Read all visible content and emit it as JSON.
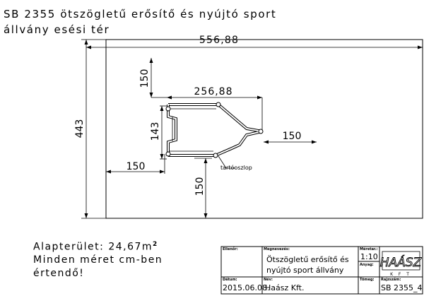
{
  "title": {
    "line1": "SB 2355 ötszögletű erősítő és nyújtó sport",
    "line2": "állvány esési tér"
  },
  "dimensions": {
    "overall_width": "556,88",
    "overall_height": "443",
    "top_clearance": "150",
    "frame_width": "256,88",
    "frame_height": "143",
    "right_clearance": "150",
    "left_clearance": "150",
    "bottom_clearance": "150"
  },
  "callout": {
    "label": "tartóoszlop"
  },
  "notes": {
    "area_label": "Alapterület: 24,67m",
    "area_exponent": "2",
    "minden": "Minden méret cm-ben",
    "ertendo": "értendő!"
  },
  "title_block": {
    "ellenor_label": "Ellenőr:",
    "megnevezes_label": "Megnevezés:",
    "product_name_line1": "Ötszögletű erősítő és",
    "product_name_line2": "nyújtó sport állvány",
    "meretarany_label": "Méretar.:",
    "scale": "1:10",
    "anyag_label": "Anyag:",
    "datum_label": "Dátum:",
    "date": "2015.06.08.",
    "nev_label": "Név:",
    "company": "Haász Kft.",
    "tomeg_label": "Tömeg:",
    "rajzszam_label": "Rajzszám:",
    "drawing_number": "SB 2355_4",
    "logo_text": "HAÁSZ",
    "logo_sub": "K F T"
  }
}
